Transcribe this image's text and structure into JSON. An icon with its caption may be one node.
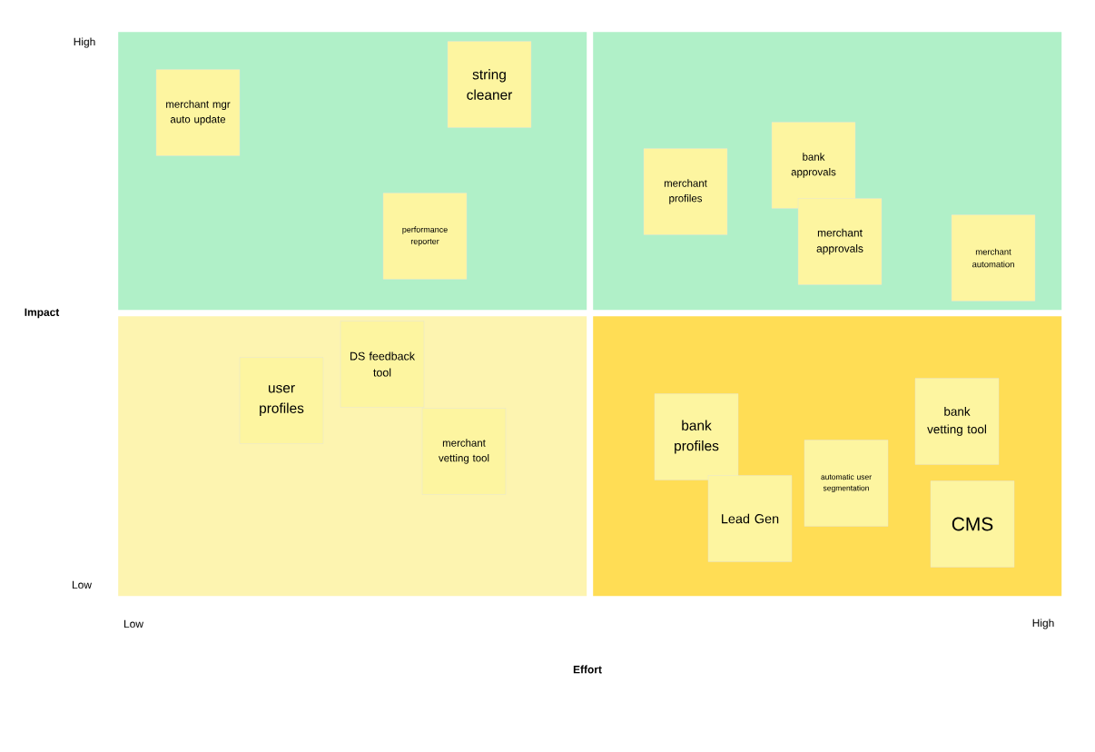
{
  "diagram": {
    "nodes": [
      {
        "text": [],
        "shape": "box"
      },
      {
        "text": [],
        "shape": "box"
      },
      {
        "text": [],
        "shape": "box"
      },
      {
        "text": [],
        "shape": "box"
      },
      {
        "text": [
          "merchant mgr auto update"
        ],
        "in": 0
      },
      {
        "text": [
          "string cleaner"
        ],
        "in": 0
      },
      {
        "text": [
          "performance reporter"
        ],
        "in": 0
      },
      {
        "text": [
          "merchant profiles"
        ],
        "in": 1
      },
      {
        "text": [
          "bank approvals"
        ],
        "in": 1
      },
      {
        "text": [
          "merchant approvals"
        ],
        "in": 1
      },
      {
        "text": [
          "merchant automation"
        ],
        "in": 1
      },
      {
        "text": [
          "DS feedback tool"
        ],
        "in": 2
      },
      {
        "text": [
          "user profiles"
        ],
        "in": 2
      },
      {
        "text": [
          "merchant vetting tool"
        ],
        "in": 2
      },
      {
        "text": [
          "bank vetting tool"
        ],
        "in": 3
      },
      {
        "text": [
          "bank profiles"
        ],
        "in": 3
      },
      {
        "text": [
          "automatic user segmentation"
        ],
        "in": 3
      },
      {
        "text": [
          "Lead Gen"
        ],
        "in": 3
      },
      {
        "text": [
          "CMS"
        ],
        "in": 3
      }
    ],
    "labels": [
      "High",
      "Impact",
      "Low",
      "Low",
      "High",
      "Effort"
    ]
  }
}
